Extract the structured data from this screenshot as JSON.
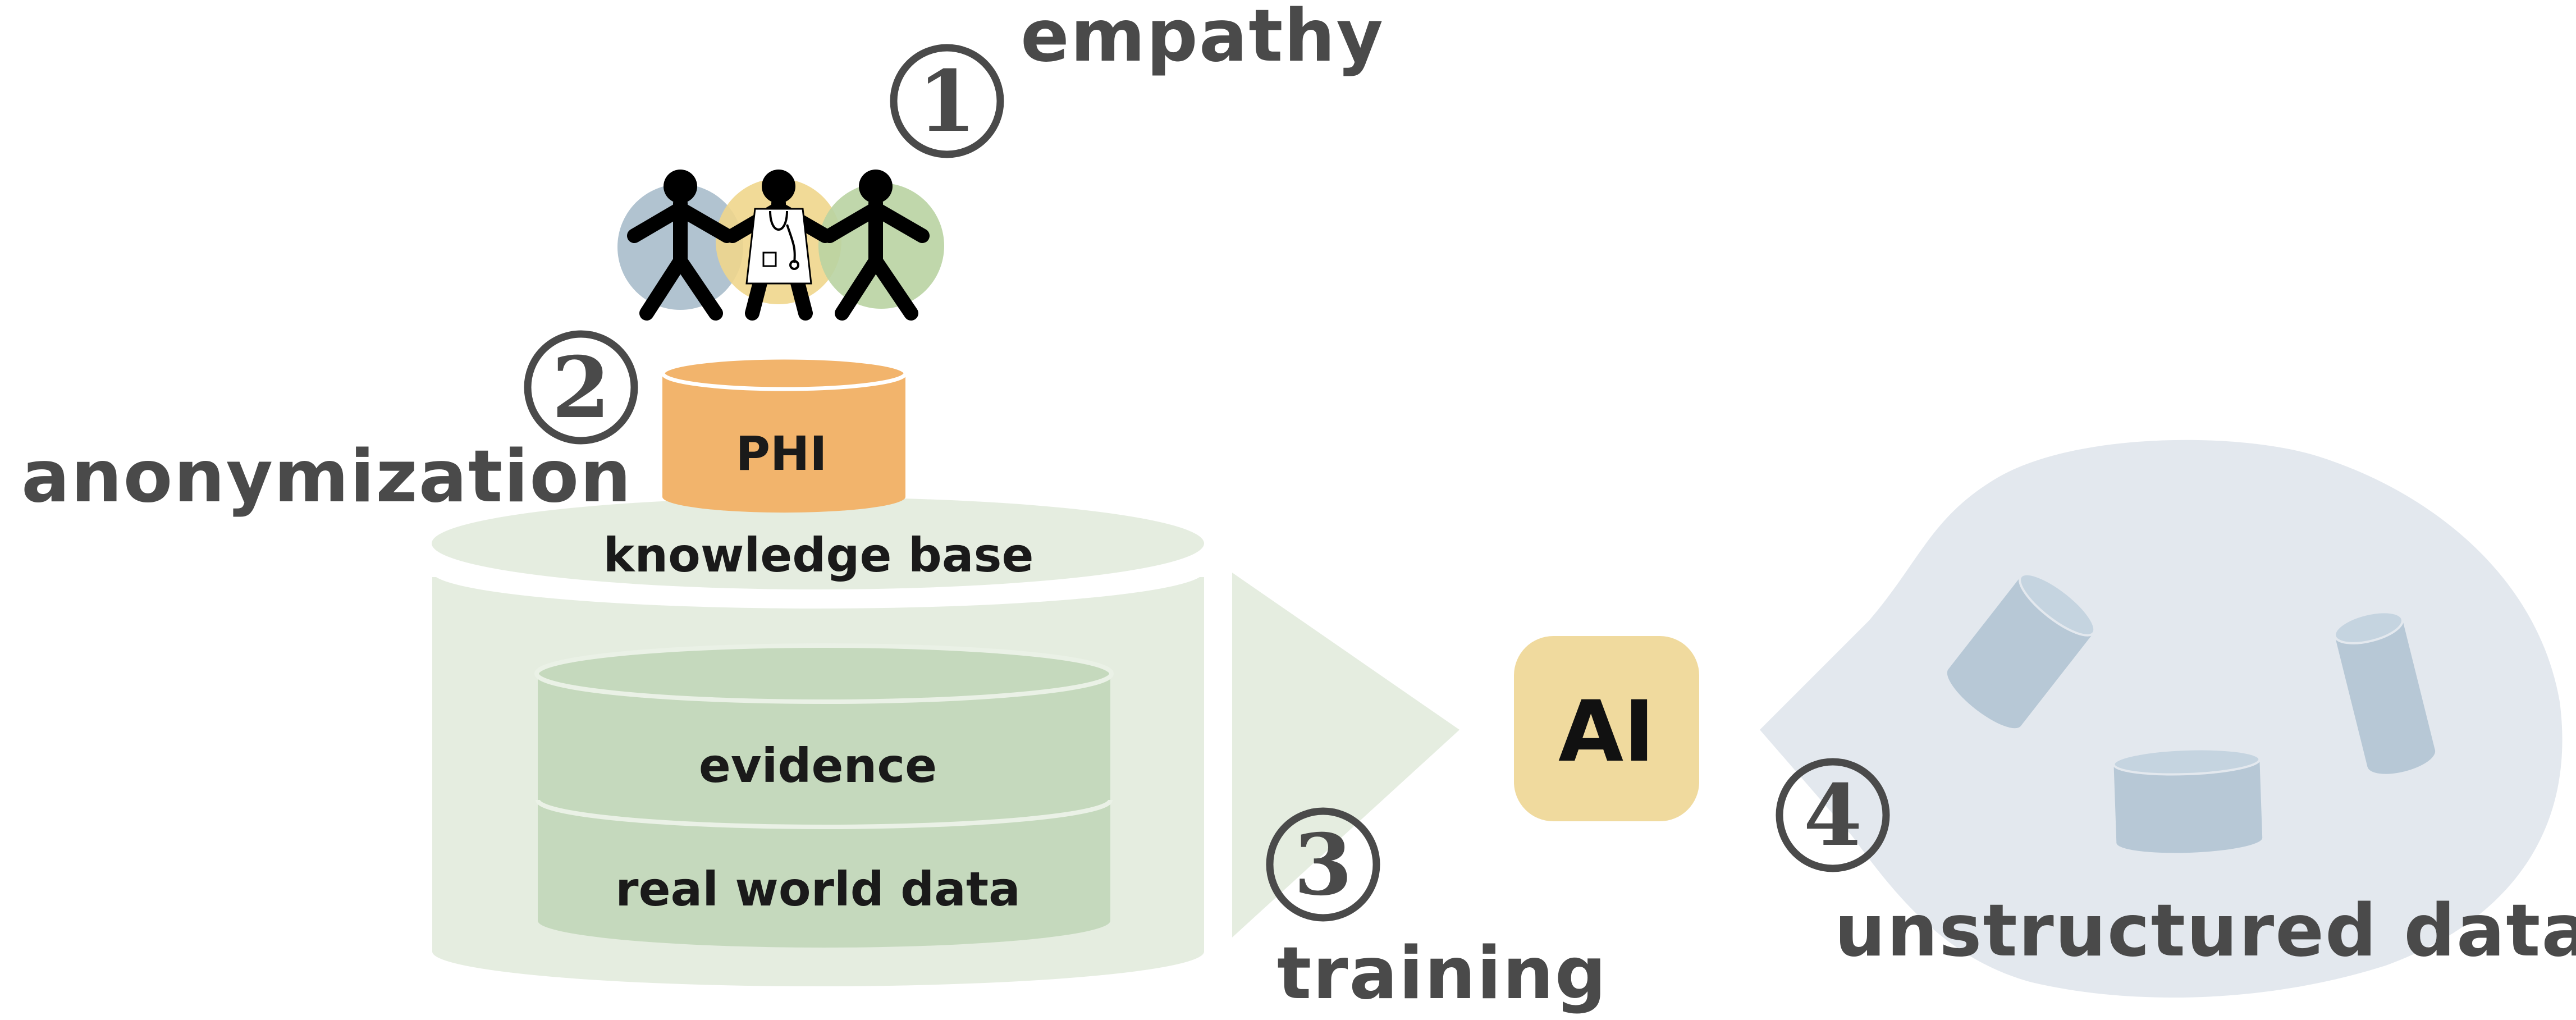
{
  "labels": {
    "empathy": "empathy",
    "anonymization": "anonymization",
    "training": "training",
    "unstructured_data": "unstructured data",
    "phi": "PHI",
    "knowledge_base": "knowledge base",
    "evidence": "evidence",
    "real_world_data": "real world data",
    "ai": "AI"
  },
  "steps": {
    "one": "1",
    "two": "2",
    "three": "3",
    "four": "4"
  },
  "colors": {
    "text": "#4a4a4a",
    "knowledge_base_fill": "#e5ede0",
    "evidence_fill": "#c5d9bd",
    "phi_fill": "#f2b46c",
    "ai_fill": "#f0da9e",
    "unstructured_blob": "#e3e8ee",
    "unstructured_cylinders": "#b7c8d6",
    "person_blue": "#a9bccb",
    "person_yellow": "#f0d68c",
    "person_green": "#b9d3a2"
  },
  "icons": [
    "person-icon",
    "doctor-icon",
    "stethoscope-icon",
    "database-icon",
    "arrow-icon"
  ]
}
